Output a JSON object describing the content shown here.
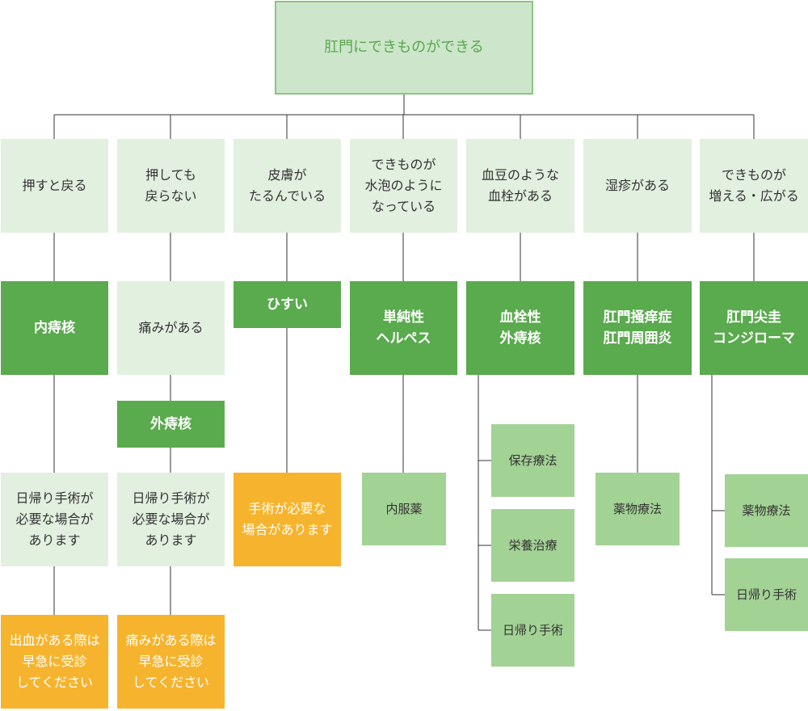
{
  "root": "肛門にできものができる",
  "columns": [
    {
      "symptom": "押すと戻る",
      "diagnosis": "内痔核",
      "treatment": "日帰り手術が\n必要な場合が\nあります",
      "warning": "出血がある際は\n早急に受診\nしてください"
    },
    {
      "symptom": "押しても\n戻らない",
      "condition": "痛みがある",
      "diagnosis": "外痔核",
      "treatment": "日帰り手術が\n必要な場合が\nあります",
      "warning": "痛みがある際は\n早急に受診\nしてください"
    },
    {
      "symptom": "皮膚が\nたるんでいる",
      "diagnosis": "ひすい",
      "warning": "手術が必要な\n場合があります"
    },
    {
      "symptom": "できものが\n水泡のように\nなっている",
      "diagnosis": "単純性\nヘルペス",
      "treatments": [
        "内服薬"
      ]
    },
    {
      "symptom": "血豆のような\n血栓がある",
      "diagnosis": "血栓性\n外痔核",
      "treatments": [
        "保存療法",
        "栄養治療",
        "日帰り手術"
      ]
    },
    {
      "symptom": "湿疹がある",
      "diagnosis": "肛門掻痒症\n肛門周囲炎",
      "treatments": [
        "薬物療法"
      ]
    },
    {
      "symptom": "できものが\n増える・広がる",
      "diagnosis": "肛門尖圭\nコンジローマ",
      "treatments": [
        "薬物療法",
        "日帰り手術"
      ]
    }
  ]
}
